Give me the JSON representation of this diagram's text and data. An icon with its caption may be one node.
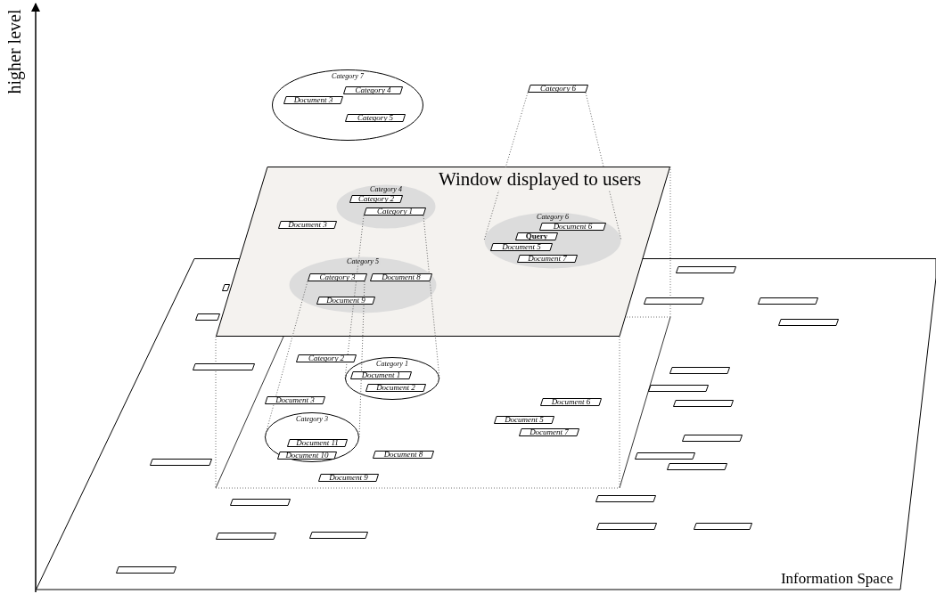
{
  "diagram": {
    "nodes": [
      {
        "text": [
          "Category 7"
        ]
      },
      {
        "text": [
          "Category 4"
        ],
        "in": 0
      },
      {
        "text": [
          "Document 3"
        ],
        "in": 0
      },
      {
        "text": [
          "Category 5"
        ],
        "in": 0
      },
      {
        "text": [
          "Category 6"
        ]
      },
      {
        "text": [
          "Window displayed to users"
        ]
      },
      {
        "text": [
          "Category 4"
        ],
        "in": 5
      },
      {
        "text": [
          "Category 2"
        ],
        "in": 6
      },
      {
        "text": [
          "Category 1"
        ],
        "in": 6
      },
      {
        "text": [
          "Document 3"
        ],
        "in": 5
      },
      {
        "text": [
          "Category 6"
        ],
        "in": 5
      },
      {
        "text": [
          "Document 6"
        ],
        "in": 10
      },
      {
        "text": [
          "Query"
        ],
        "in": 10
      },
      {
        "text": [
          "Document 5"
        ],
        "in": 10
      },
      {
        "text": [
          "Document 7"
        ],
        "in": 10
      },
      {
        "text": [
          "Category 5"
        ]
      },
      {
        "text": [
          "Category 3"
        ],
        "in": 15
      },
      {
        "text": [
          "Document 8"
        ],
        "in": 15
      },
      {
        "text": [
          "Document 9"
        ],
        "in": 15
      },
      {
        "text": [
          "Information Space"
        ]
      },
      {
        "text": [
          "Category 2"
        ],
        "in": 19
      },
      {
        "text": [
          "Category 1"
        ],
        "in": 19
      },
      {
        "text": [
          "Document 1"
        ],
        "in": 21
      },
      {
        "text": [
          "Document 2"
        ],
        "in": 21
      },
      {
        "text": [
          "Document 3"
        ],
        "in": 19
      },
      {
        "text": [
          "Category 3"
        ],
        "in": 19
      },
      {
        "text": [
          "Document 11"
        ],
        "in": 25
      },
      {
        "text": [
          "Document 10"
        ],
        "in": 25
      },
      {
        "text": [
          "Document 8"
        ],
        "in": 19
      },
      {
        "text": [
          "Document 9"
        ],
        "in": 19
      },
      {
        "text": [
          "Document 6"
        ],
        "in": 19
      },
      {
        "text": [
          "Document 5"
        ],
        "in": 19
      },
      {
        "text": [
          "Document 7"
        ],
        "in": 19
      },
      {
        "text": [],
        "shape": "box",
        "in": 19
      },
      {
        "text": [],
        "shape": "box",
        "in": 19
      },
      {
        "text": [],
        "shape": "box",
        "in": 19
      },
      {
        "text": [],
        "shape": "box",
        "in": 19
      },
      {
        "text": [],
        "shape": "box",
        "in": 19
      },
      {
        "text": [],
        "shape": "box",
        "in": 19
      },
      {
        "text": [],
        "shape": "box",
        "in": 19
      },
      {
        "text": [],
        "shape": "box",
        "in": 19
      },
      {
        "text": [],
        "shape": "box",
        "in": 19
      },
      {
        "text": [],
        "shape": "box",
        "in": 19
      },
      {
        "text": [],
        "shape": "box",
        "in": 19
      },
      {
        "text": [],
        "shape": "box",
        "in": 19
      },
      {
        "text": [],
        "shape": "box",
        "in": 19
      },
      {
        "text": [],
        "shape": "box",
        "in": 19
      },
      {
        "text": [],
        "shape": "box",
        "in": 19
      },
      {
        "text": [],
        "shape": "box",
        "in": 19
      },
      {
        "text": [],
        "shape": "box",
        "in": 19
      },
      {
        "text": [],
        "shape": "box",
        "in": 19
      },
      {
        "text": [],
        "shape": "box",
        "in": 19
      },
      {
        "text": [],
        "shape": "box",
        "in": 19
      },
      {
        "text": [],
        "shape": "box",
        "in": 19
      }
    ],
    "edges": [
      {
        "from": 4,
        "to": 10,
        "arrow": "none",
        "style": "dashed"
      },
      {
        "from": 4,
        "to": 10,
        "arrow": "none",
        "style": "dashed"
      },
      {
        "from": 8,
        "to": 21,
        "arrow": "none",
        "style": "dashed"
      },
      {
        "from": 8,
        "to": 21,
        "arrow": "none",
        "style": "dashed"
      },
      {
        "from": 16,
        "to": 25,
        "arrow": "none",
        "style": "dashed"
      },
      {
        "from": 16,
        "to": 25,
        "arrow": "none",
        "style": "dashed"
      }
    ],
    "labels": [
      "higher level"
    ]
  }
}
